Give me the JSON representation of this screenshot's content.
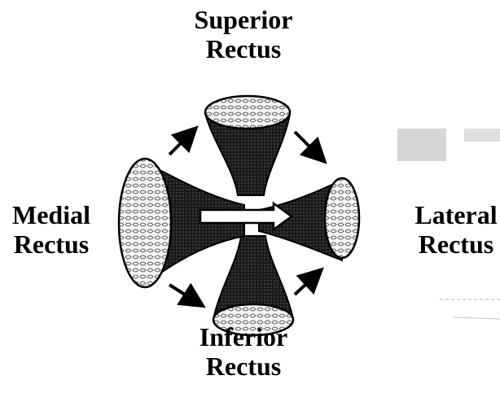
{
  "labels": {
    "superior": {
      "line1": "Superior",
      "line2": "Rectus"
    },
    "medial": {
      "line1": "Medial",
      "line2": "Rectus"
    },
    "lateral": {
      "line1": "Lateral",
      "line2": "Rectus"
    },
    "inferior": {
      "line1": "Inferior",
      "line2": "Rectus"
    }
  },
  "colors": {
    "ink": "#111111",
    "tissue_fill": "#f2f2f2",
    "background": "#ffffff"
  }
}
